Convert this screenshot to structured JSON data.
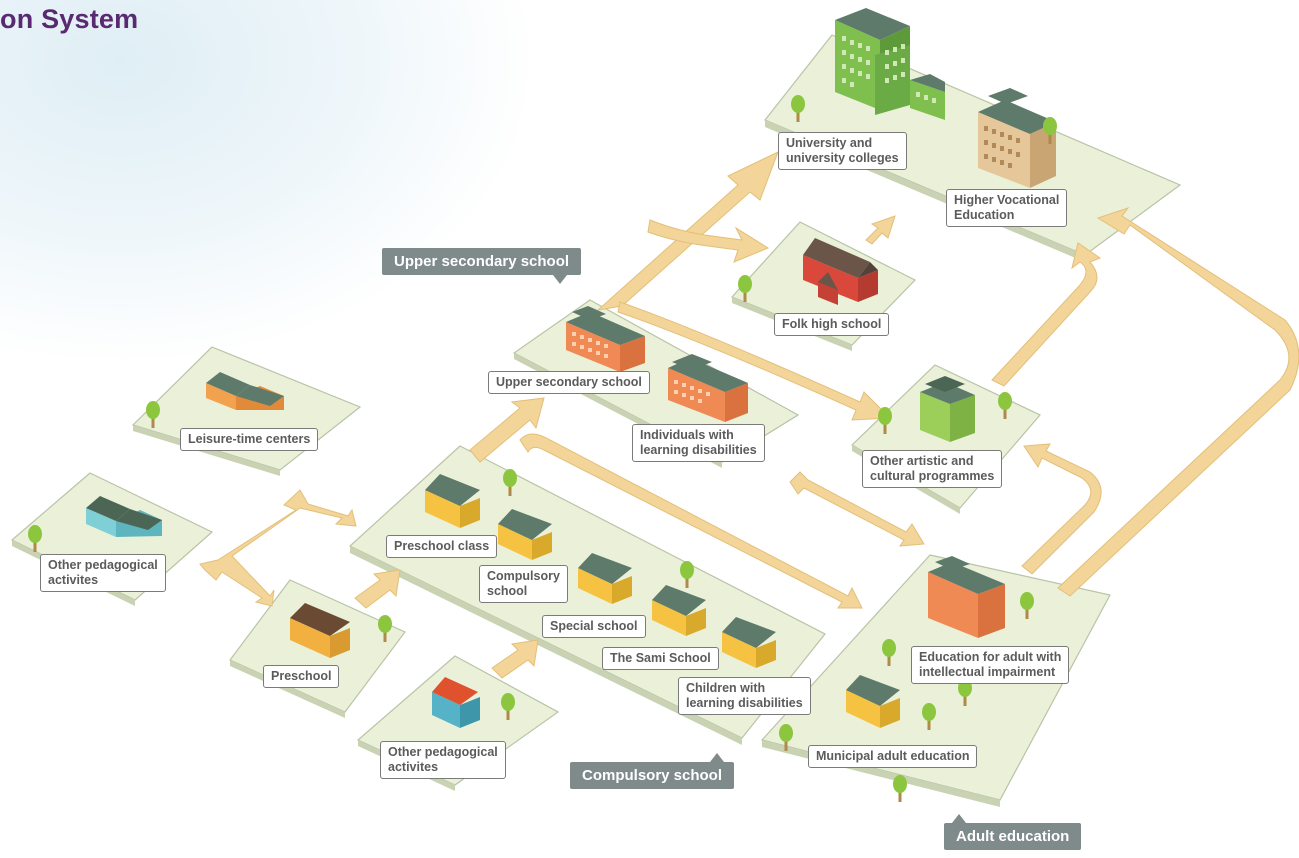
{
  "title": "on System",
  "colors": {
    "title": "#5a2a70",
    "platform": "#eaf1d8",
    "platform_edge": "#b9c3a6",
    "arrow": "#f3d59a",
    "tag": "#7e8b8a",
    "roof": "#5d7a6a"
  },
  "group_tags": {
    "upper_secondary": "Upper secondary school",
    "compulsory": "Compulsory school",
    "adult": "Adult education"
  },
  "labels": {
    "university": "University and\nuniversity colleges",
    "higher_vocational": "Higher Vocational\nEducation",
    "folk_high_school": "Folk high school",
    "upper_secondary_school": "Upper secondary school",
    "individuals_learning": "Individuals with\nlearning disabilities",
    "artistic_cultural": "Other artistic and\ncultural programmes",
    "leisure_time": "Leisure-time centers",
    "other_pedagogical_left": "Other pedagogical\nactivites",
    "preschool_class": "Preschool class",
    "compulsory_school": "Compulsory\nschool",
    "special_school": "Special school",
    "sami_school": "The Sami School",
    "children_learning": "Children with\nlearning disabilities",
    "preschool": "Preschool",
    "other_pedagogical_bottom": "Other pedagogical\nactivites",
    "education_intellectual": "Education for adult with\nintellectual impairment",
    "municipal_adult": "Municipal adult education"
  },
  "icons": [
    "tree-icon",
    "building-icon",
    "arrow-icon"
  ]
}
